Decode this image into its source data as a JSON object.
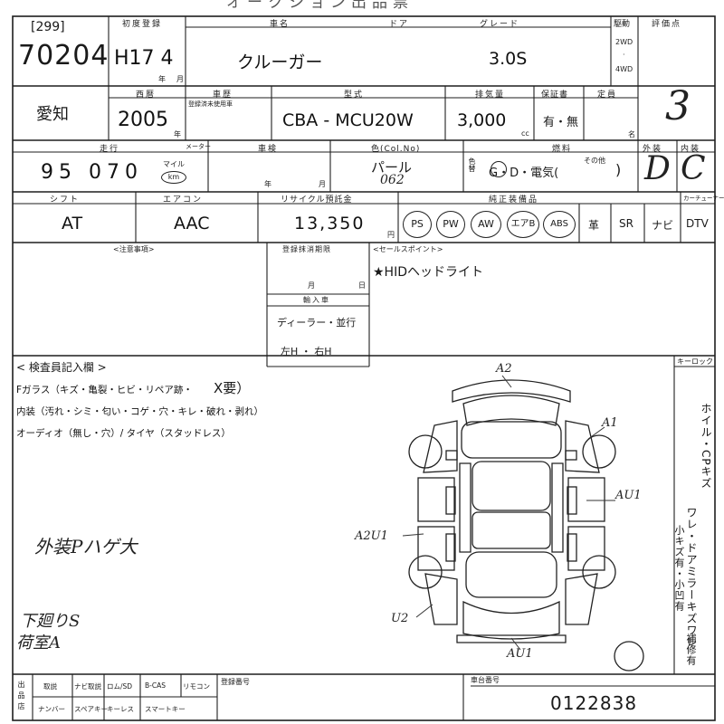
{
  "header_title": "オークション出品票",
  "lot": {
    "bracket": "[299]",
    "number": "70204"
  },
  "first_reg": {
    "label": "初度登録",
    "value": "H17 4",
    "month_unit": "月",
    "year_unit": "年"
  },
  "name": {
    "label": "車名",
    "value": "クルーガー"
  },
  "doors": {
    "label": "ドア"
  },
  "grade": {
    "label": "グレード",
    "value": "3.0S"
  },
  "drive": {
    "label": "駆動",
    "opt1": "2WD",
    "sep": "·",
    "opt2": "4WD"
  },
  "rating": {
    "label": "評価点",
    "value": "3"
  },
  "location": "愛知",
  "year": {
    "label": "西暦",
    "value": "2005",
    "unit": "年"
  },
  "plate": {
    "label": "車歴",
    "sub": "登録済未使用車"
  },
  "model": {
    "label": "型式",
    "value": "CBA - MCU20W"
  },
  "displacement": {
    "label": "排気量",
    "value": "3,000",
    "unit": "cc"
  },
  "warranty": {
    "label": "保証書",
    "value": "有・無"
  },
  "capacity": {
    "label": "定員",
    "unit": "名"
  },
  "mileage": {
    "label": "走行",
    "value": "95 070",
    "unit_mile": "マイル",
    "unit_km": "km",
    "meter_label": "メーター"
  },
  "inspection": {
    "label": "車検",
    "year_unit": "年",
    "month_unit": "月"
  },
  "color": {
    "label": "色(Col.No)",
    "value": "パール",
    "code": "062",
    "tone_label": "色替"
  },
  "fuel": {
    "label": "燃料",
    "value": "G・D・電気(",
    "other": "その他",
    "close": ")"
  },
  "exterior": {
    "label": "外装",
    "value": "D"
  },
  "interior": {
    "label": "内装",
    "value": "C"
  },
  "shift": {
    "label": "シフト",
    "value": "AT"
  },
  "aircon": {
    "label": "エアコン",
    "value": "AAC"
  },
  "recycle": {
    "label": "リサイクル預託金",
    "value": "13,350",
    "unit": "円"
  },
  "equipment": {
    "label": "純正装備品",
    "circled": [
      "PS",
      "PW",
      "AW",
      "エアB",
      "ABS"
    ],
    "plain": [
      "革",
      "SR",
      "ナビ",
      "DTV"
    ],
    "extra_label": "カーチューナー付"
  },
  "notes_label": "<注意事項>",
  "recall": {
    "label": "登録抹消期限",
    "month": "月",
    "day": "日",
    "import_label": "輸入車",
    "dealer": "ディーラー・並行",
    "hand": "左H ・ 右H"
  },
  "sales_point": {
    "label": "<セールスポイント>",
    "value": "★HIDヘッドライト"
  },
  "inspector": {
    "label": "< 検査員記入欄 >",
    "line1": "Fガラス（キズ・亀裂・ヒビ・リペア跡・",
    "line1_mark": "X要）",
    "line2": "内装（汚れ・シミ・匂い・コゲ・穴・キレ・破れ・剥れ）",
    "line3": "オーディオ（無し・穴）/ タイヤ（スタッドレス）",
    "hand1": "外装Pハゲ大",
    "hand2": "下廻りS",
    "hand3": "荷室A"
  },
  "diagram_marks": [
    "A2",
    "A1",
    "AU1",
    "A2U1",
    "U2",
    "AU1"
  ],
  "keylock": "キーロック",
  "side_note": {
    "c1": "ホイル・CPキズ",
    "c2": "ワレ・ドアミラーキズワレ",
    "c3": "小キズ有・小凹有",
    "c4": "補修有"
  },
  "footer": {
    "items_row1": [
      "取説",
      "ナビ取説",
      "ロム/SD",
      "B-CAS",
      "リモコン"
    ],
    "items_row2": [
      "ナンバー",
      "スペアキー",
      "キーレス",
      "スマートキー"
    ],
    "left_label": "出品店",
    "reg_label": "登録番号",
    "chassis_label": "車台番号",
    "chassis_value": "0122838"
  }
}
